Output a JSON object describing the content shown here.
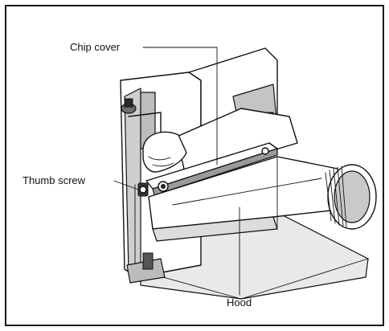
{
  "figure": {
    "labels": {
      "chip_cover": "Chip cover",
      "thumb_screw": "Thumb screw",
      "hood": "Hood"
    }
  }
}
